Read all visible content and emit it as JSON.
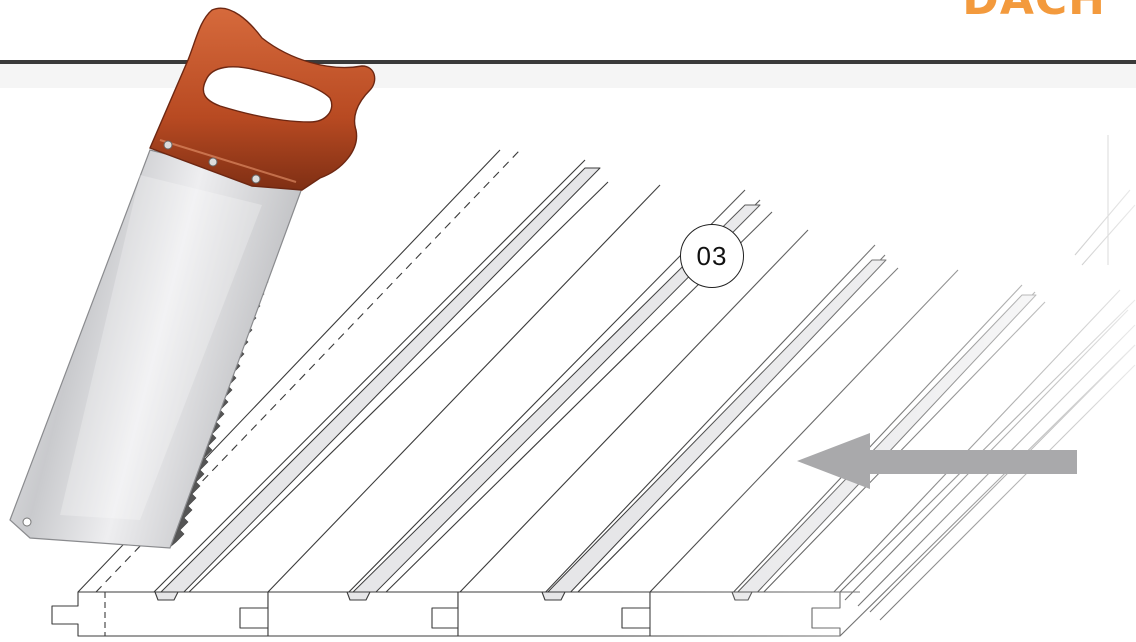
{
  "header": {
    "brand_text": "DACH",
    "brand_color": "#f39a3d",
    "rule_color": "#3a3a3a"
  },
  "step": {
    "number": "03"
  },
  "illustration": {
    "tool": "hand-saw",
    "material": "tongue-and-groove-boards",
    "board_count": 4,
    "direction_arrow": "left",
    "arrow_color": "#a9a9ab",
    "handle_color": "#b84a22"
  }
}
